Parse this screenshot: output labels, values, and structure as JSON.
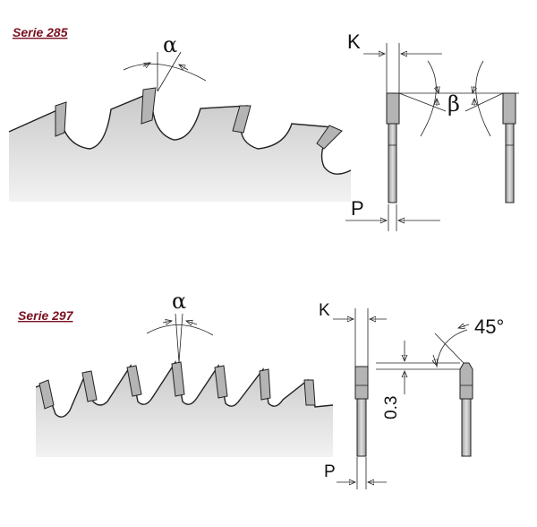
{
  "colors": {
    "series_label": "#7a1020",
    "blade_fill": "#d4d4d4",
    "tooth_fill": "#b4b4b4",
    "line": "#222222"
  },
  "series_285": {
    "label": "Serie 285",
    "angle_alpha": "α",
    "angle_beta": "β",
    "dim_k": "K",
    "dim_p": "P"
  },
  "series_297": {
    "label": "Serie 297",
    "angle_alpha": "α",
    "dim_k": "K",
    "dim_p": "P",
    "chamfer_angle": "45°",
    "chamfer_height": "0.3"
  }
}
